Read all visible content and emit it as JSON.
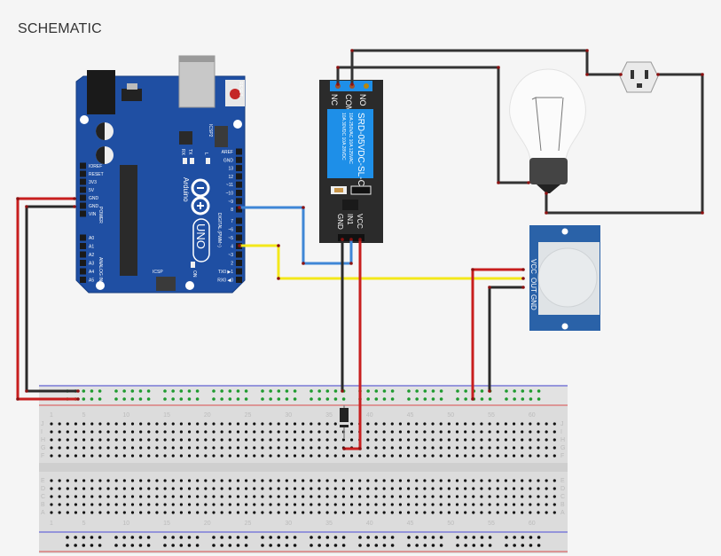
{
  "page": {
    "title": "SCHEMATIC"
  },
  "arduino": {
    "brand": "Arduino",
    "model": "UNO",
    "reset_label": "RESET",
    "icsp2_label": "ICSP2",
    "icsp_label": "ICSP",
    "on_label": "ON",
    "l_label": "L",
    "tx_label": "TX",
    "rx_label": "RX",
    "digital_label": "DIGITAL (PWM~)",
    "power_label": "POWER",
    "analog_label": "ANALOG IN",
    "power_pins": [
      "IOREF",
      "RESET",
      "3V3",
      "5V",
      "GND",
      "GND",
      "VIN"
    ],
    "analog_pins": [
      "A0",
      "A1",
      "A2",
      "A3",
      "A4",
      "A5"
    ],
    "digital_pins_top": [
      "AREF",
      "GND",
      "13",
      "12",
      "~11",
      "~10",
      "~9",
      "8"
    ],
    "digital_pins_bottom": [
      "7",
      "~6",
      "~5",
      "4",
      "~3",
      "2",
      "TX0 ▶1",
      "RX0 ◀0"
    ]
  },
  "relay": {
    "model": "SRD-05VDC-SL-C",
    "ratings": [
      "10A 250VAC  10A 125VAC",
      "10A 30VDC  10A 28VDC"
    ],
    "top_pins": [
      "NC",
      "COM",
      "NO"
    ],
    "bottom_pins": [
      "GND",
      "IN1",
      "VCC"
    ]
  },
  "pir_sensor": {
    "pins": [
      "VCC",
      "OUT",
      "GND"
    ]
  },
  "breadboard": {
    "column_numbers": [
      "1",
      "5",
      "10",
      "15",
      "20",
      "25",
      "30",
      "35",
      "40",
      "45",
      "50",
      "55",
      "60"
    ],
    "rows_top": [
      "J",
      "I",
      "H",
      "G",
      "F"
    ],
    "rows_bottom": [
      "E",
      "D",
      "C",
      "B",
      "A"
    ]
  },
  "components": {
    "bulb": "light-bulb",
    "outlet": "power-outlet",
    "diode": "diode"
  },
  "colors": {
    "background": "#f5f5f5",
    "arduino_board": "#1f4fa3",
    "relay_board": "#2b2b2b",
    "relay_label": "#1e8fe8",
    "pir_board": "#2a62a8",
    "wire_red": "#c81e1e",
    "wire_black": "#2a2a2a",
    "wire_blue": "#3f86d6",
    "wire_yellow": "#f3e81a",
    "breadboard": "#dcdcdc",
    "rail_blue": "#6a6ad8",
    "rail_red": "#d86a6a"
  }
}
